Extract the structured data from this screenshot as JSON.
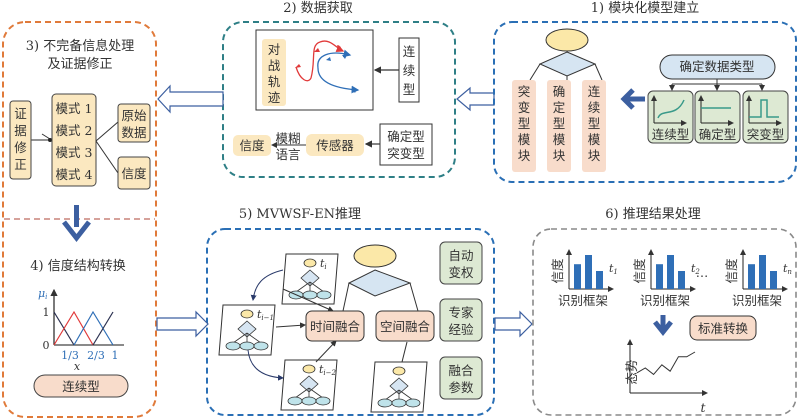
{
  "sections": {
    "s1": {
      "title": "1) 模块化模型建立"
    },
    "s2": {
      "title": "2) 数据获取"
    },
    "s3": {
      "title_line1": "3) 不完备信息处理",
      "title_line2": "及证据修正"
    },
    "s4": {
      "title": "4) 信度结构转换"
    },
    "s5": {
      "title": "5) MVWSF-EN推理"
    },
    "s6": {
      "title": "6) 推理结果处理"
    }
  },
  "s1": {
    "modules": [
      {
        "label": [
          "突",
          "变",
          "型",
          "模",
          "块"
        ]
      },
      {
        "label": [
          "确",
          "定",
          "型",
          "模",
          "块"
        ]
      },
      {
        "label": [
          "连",
          "续",
          "型",
          "模",
          "块"
        ]
      }
    ],
    "data_type_header": "确定数据类型",
    "data_types": [
      "连续型",
      "确定型",
      "突变型"
    ]
  },
  "s2": {
    "trajectory_label": [
      "对",
      "战",
      "轨",
      "迹"
    ],
    "continuous_label": [
      "连",
      "续",
      "型"
    ],
    "det_label_1": "确定型",
    "det_label_2": "突变型",
    "sensor": "传感器",
    "fuzzy_1": "模糊",
    "fuzzy_2": "语言",
    "belief": "信度"
  },
  "s3": {
    "evidence_fix": [
      "证",
      "据",
      "修",
      "正"
    ],
    "modes": [
      "模式 1",
      "模式 2",
      "模式 3",
      "模式 4"
    ],
    "raw_data_1": "原始",
    "raw_data_2": "数据",
    "belief": "信度"
  },
  "s4": {
    "y_label": "μ",
    "y_sub": "i",
    "y_ticks": [
      "1",
      "0"
    ],
    "x_ticks": [
      "1/3",
      "2/3",
      "1"
    ],
    "x_label": "x",
    "type_button": "连续型"
  },
  "s5": {
    "time_labels": [
      {
        "t": "t",
        "sub": "i"
      },
      {
        "t": "t",
        "sub": "i−1"
      },
      {
        "t": "t",
        "sub": "i−2"
      }
    ],
    "time_fusion": "时间融合",
    "space_fusion": "空间融合",
    "params": [
      {
        "l1": "自动",
        "l2": "变权"
      },
      {
        "l1": "专家",
        "l2": "经验"
      },
      {
        "l1": "融合",
        "l2": "参数"
      }
    ]
  },
  "s6": {
    "frames": [
      {
        "y": "信度",
        "x": "识别框架",
        "t": "t",
        "sub": "1",
        "values": [
          0.62,
          0.85,
          0.45
        ]
      },
      {
        "y": "信度",
        "x": "识别框架",
        "t": "t",
        "sub": "2",
        "values": [
          0.62,
          0.85,
          0.45
        ]
      },
      {
        "y": "信度",
        "x": "识别框架",
        "t": "t",
        "sub": "n",
        "values": [
          0.62,
          0.85,
          0.45
        ]
      }
    ],
    "ellipsis": "…",
    "standard_transform": "标准转换",
    "trend_y": "态势",
    "trend_x": "t",
    "trend_values": [
      0.35,
      0.5,
      0.3,
      0.6,
      0.4,
      0.85,
      0.85,
      1.0
    ]
  },
  "colors": {
    "orange_dash": "#e07a3a",
    "teal_dash": "#2e7f86",
    "blue_dash": "#2a6fb5",
    "grey_dash": "#8a8a8a",
    "yellow_fill": "#fbe8c0",
    "peach_fill": "#f8dccb",
    "blue_fill": "#d6e5f2",
    "green_fill": "#dde9d3",
    "bar_blue": "#2f6fb7",
    "red_track": "#e13a3a",
    "blue_track": "#2f6fb7",
    "arrow_blue": "#3c5fa0"
  }
}
